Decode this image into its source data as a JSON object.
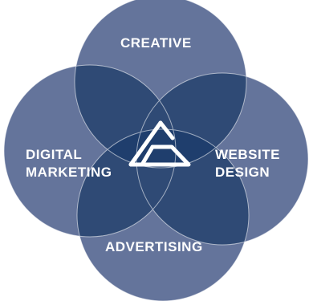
{
  "colors": {
    "circle_fill": "#64749b",
    "overlap": "#2f4a75",
    "core": "#1f3e6d",
    "stroke": "#ffffff",
    "text": "#ffffff"
  },
  "diagram": {
    "circles": [
      {
        "id": "creative",
        "label": [
          "CREATIVE"
        ]
      },
      {
        "id": "website_design",
        "label": [
          "WEBSITE",
          "DESIGN"
        ]
      },
      {
        "id": "advertising",
        "label": [
          "ADVERTISING"
        ]
      },
      {
        "id": "digital_marketing",
        "label": [
          "DIGITAL",
          "MARKETING"
        ]
      }
    ],
    "center_logo": "triangle-s-logo-icon"
  }
}
